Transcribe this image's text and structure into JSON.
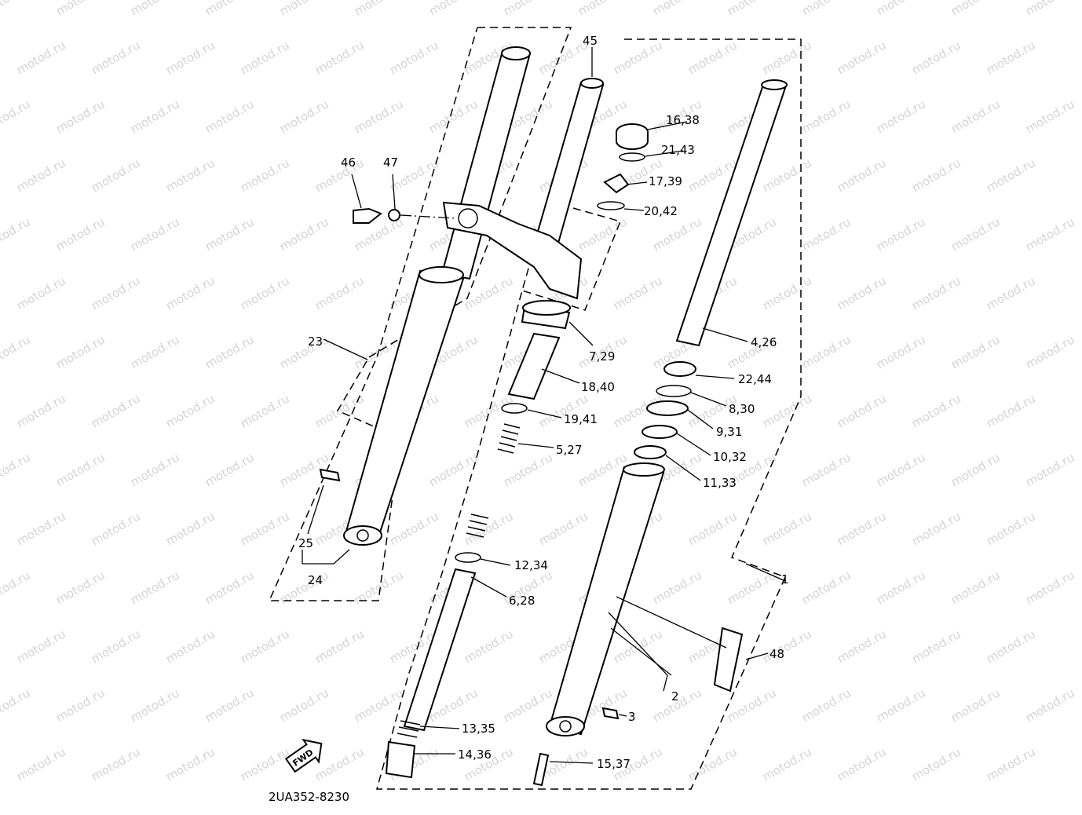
{
  "watermark": "motod.ru",
  "diagram_code": "2UA352-8230",
  "fwd_label": "FWD",
  "labels": {
    "p1": "1",
    "p2": "2",
    "p3": "3",
    "p4_26": "4,26",
    "p5_27": "5,27",
    "p6_28": "6,28",
    "p7_29": "7,29",
    "p8_30": "8,30",
    "p9_31": "9,31",
    "p10_32": "10,32",
    "p11_33": "11,33",
    "p12_34": "12,34",
    "p13_35": "13,35",
    "p14_36": "14,36",
    "p15_37": "15,37",
    "p16_38": "16,38",
    "p17_39": "17,39",
    "p18_40": "18,40",
    "p19_41": "19,41",
    "p20_42": "20,42",
    "p21_43": "21,43",
    "p22_44": "22,44",
    "p23": "23",
    "p24": "24",
    "p25": "25",
    "p45": "45",
    "p46": "46",
    "p47": "47",
    "p48": "48"
  }
}
